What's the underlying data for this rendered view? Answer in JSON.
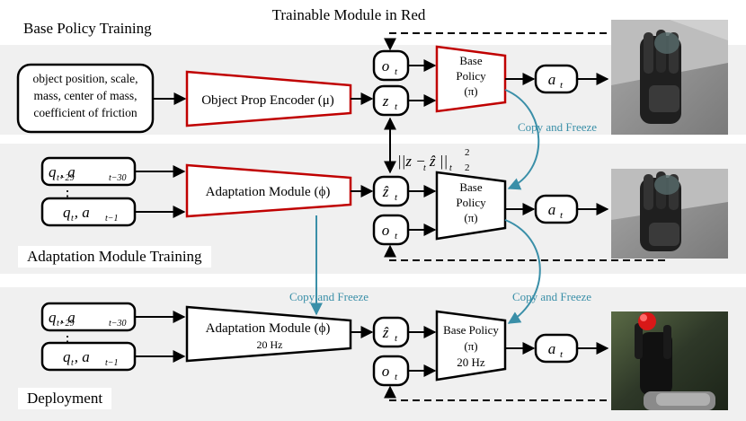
{
  "sections": {
    "training": "Base Policy Training",
    "adaptation": "Adaptation Module Training",
    "deployment": "Deployment"
  },
  "legend": {
    "text": "Trainable Module in Red",
    "color": "#b00000"
  },
  "colors": {
    "trainable": "#c00000",
    "frozen": "#000000",
    "copy_arrow": "#3a8fa8",
    "band": "#f0f0f0"
  },
  "row1": {
    "input_lines": [
      "object position, scale,",
      "mass, center of mass,",
      "coefficient of friction"
    ],
    "encoder": "Object Prop Encoder (μ)",
    "o_node": "o",
    "o_sub": "t",
    "z_node": "z",
    "z_sub": "t",
    "policy_lines": [
      "Base",
      "Policy",
      "(π)"
    ],
    "action": "a",
    "action_sub": "t"
  },
  "loss": "||z  − ẑ  ||",
  "loss_sub": "t",
  "loss_sub2": "t",
  "loss_sup": "2",
  "loss_low": "2",
  "copy_freeze": "Copy and Freeze",
  "row2": {
    "inputs": [
      "q      , a",
      "q , a"
    ],
    "input_subs": [
      [
        "t−29",
        "t−30"
      ],
      [
        "t",
        "t−1"
      ]
    ],
    "dots": "⋮",
    "module": "Adaptation Module (ϕ)",
    "zhat": "ẑ",
    "zhat_sub": "t",
    "o_node": "o",
    "o_sub": "t",
    "policy_lines": [
      "Base",
      "Policy",
      "(π)"
    ],
    "action": "a",
    "action_sub": "t"
  },
  "row3": {
    "module": "Adaptation Module (ϕ)",
    "module_rate": "20 Hz",
    "policy_lines": [
      "Base Policy",
      "(π)",
      "20 Hz"
    ],
    "zhat": "ẑ",
    "zhat_sub": "t",
    "o_node": "o",
    "o_sub": "t",
    "action": "a",
    "action_sub": "t"
  }
}
